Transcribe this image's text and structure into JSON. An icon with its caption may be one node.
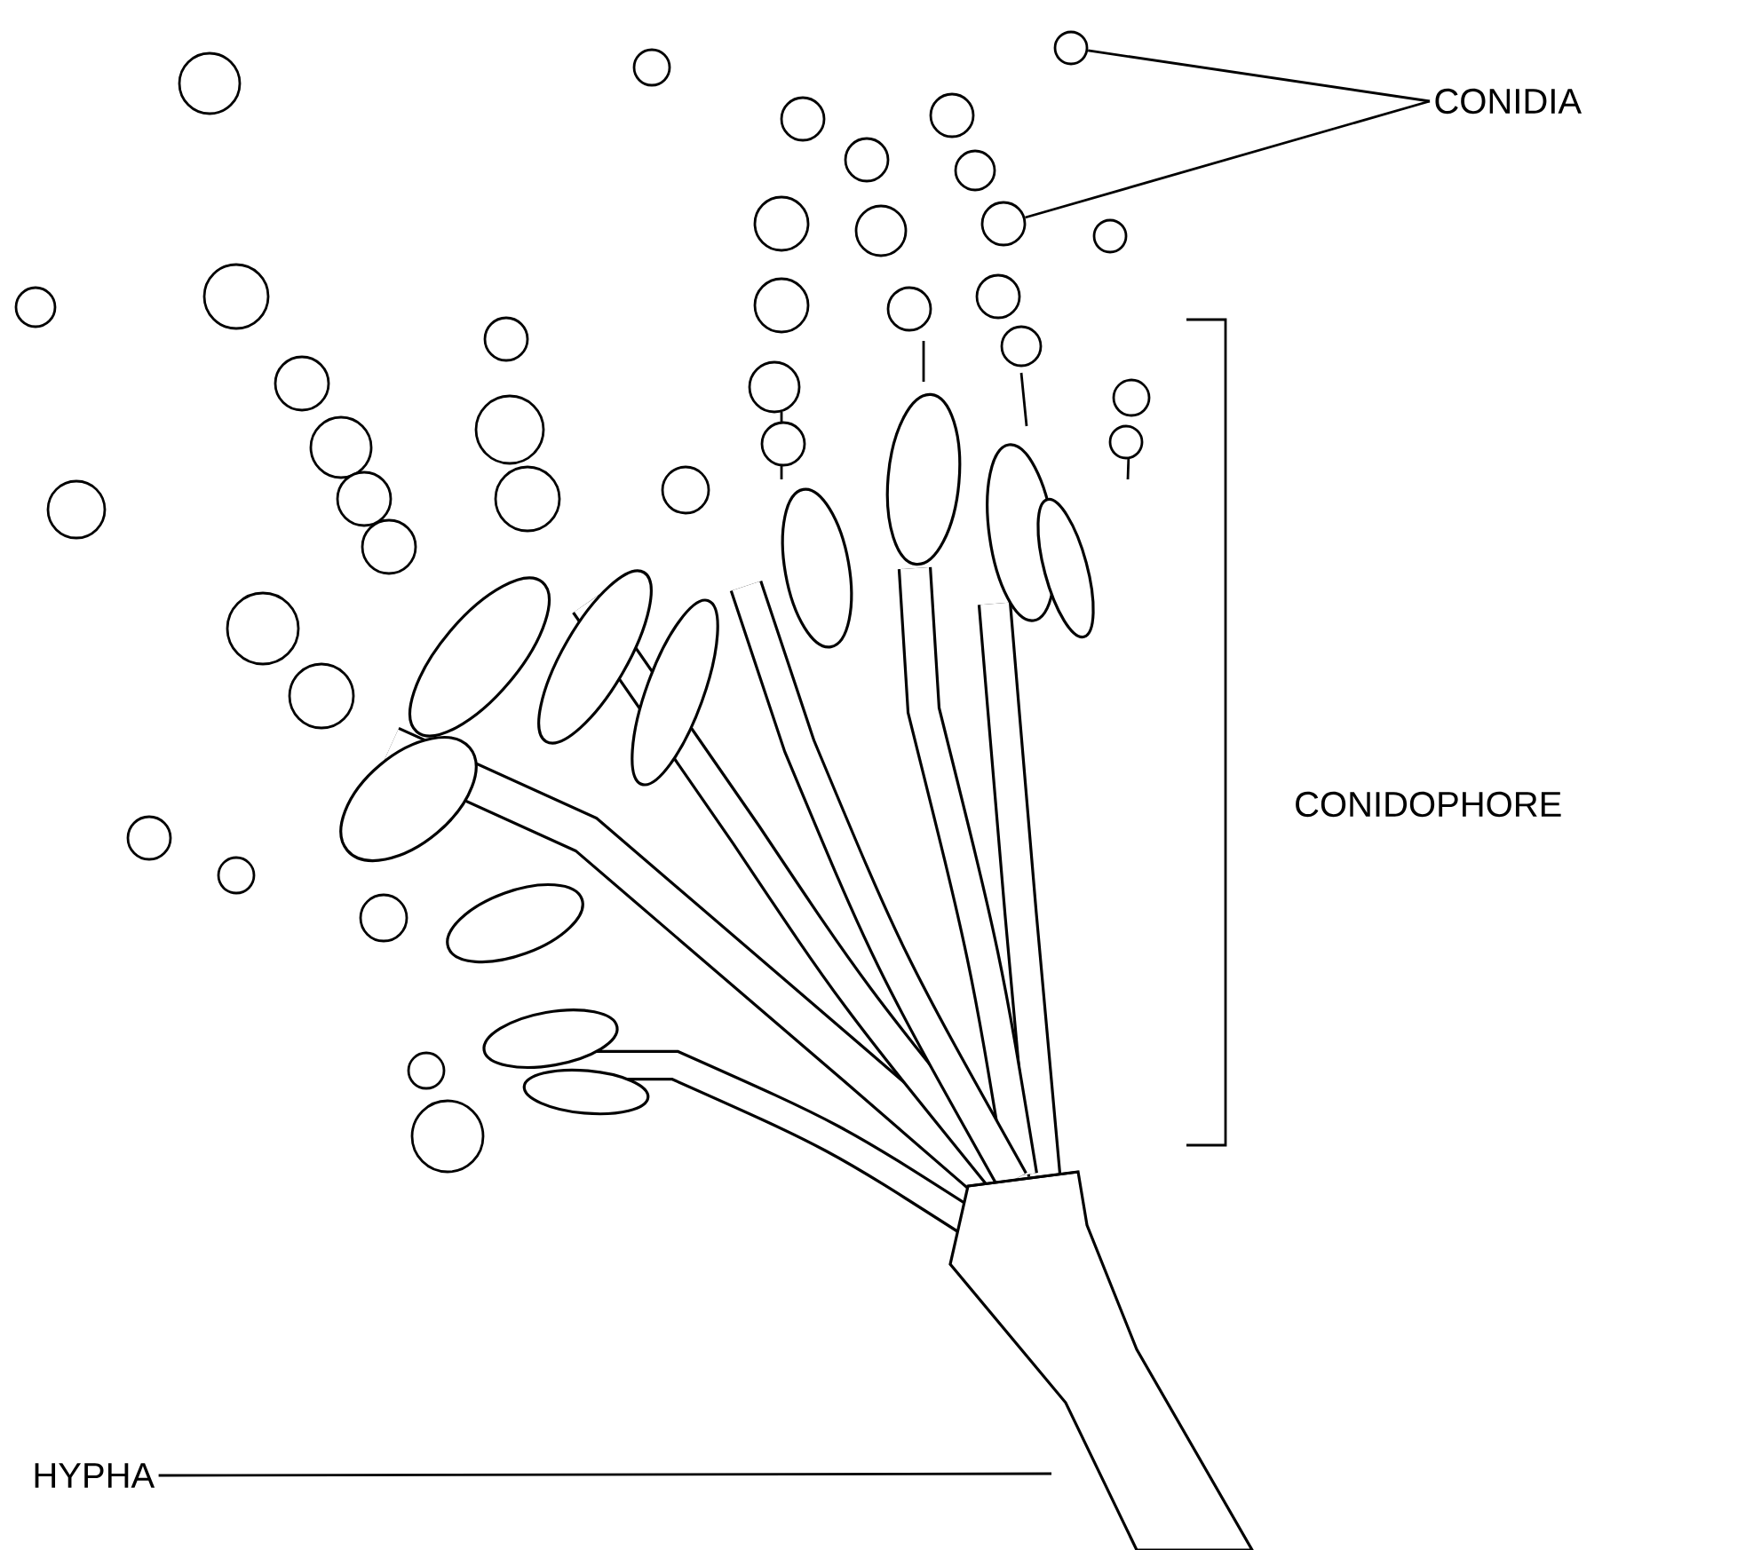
{
  "diagram": {
    "nodes": [
      {
        "text": [
          "CONIDIA"
        ]
      },
      {
        "text": [],
        "shape": "circle"
      },
      {
        "text": [],
        "shape": "circle"
      },
      {
        "text": [
          "HYPHA"
        ]
      }
    ],
    "edges": [
      {
        "from": 0,
        "to": 1,
        "arrow": "none"
      },
      {
        "from": 0,
        "to": 2,
        "arrow": "none"
      },
      {
        "from": 3,
        "to": null,
        "arrow": "none"
      }
    ],
    "labels": [
      "CONIDOPHORE"
    ]
  }
}
